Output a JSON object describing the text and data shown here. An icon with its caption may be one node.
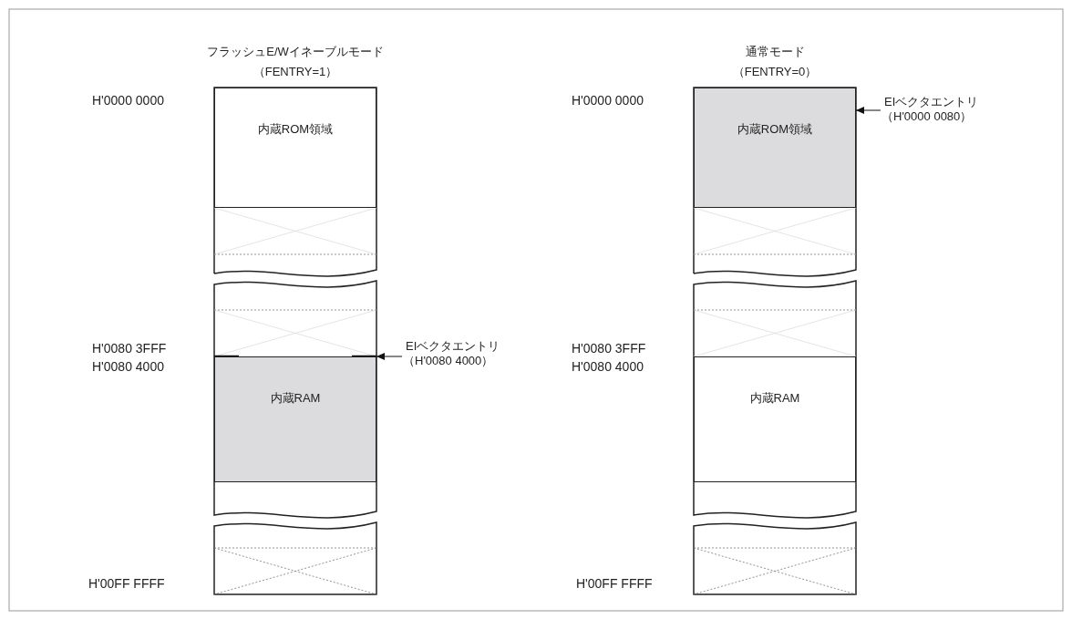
{
  "diagram": {
    "nodes": [
      {
        "text": [
          "内蔵ROM領域"
        ]
      },
      {
        "text": [
          "内蔵RAM"
        ]
      },
      {
        "text": [
          "EIベクタエントリ",
          "（H'0080 4000）"
        ]
      },
      {
        "text": [
          "内蔵ROM領域"
        ]
      },
      {
        "text": [
          "内蔵RAM"
        ]
      },
      {
        "text": [
          "EIベクタエントリ",
          "（H'0000 0080）"
        ]
      }
    ],
    "edges": [
      {
        "from": 2,
        "to": 1,
        "arrow": "to"
      },
      {
        "from": 5,
        "to": 3,
        "arrow": "to"
      }
    ],
    "labels": [
      "フラッシュE/Wイネーブルモード",
      "（FENTRY=1）",
      "通常モード",
      "（FENTRY=0）",
      "H'0000 0000",
      "H'0000 0000",
      "H'0080 3FFF",
      "H'0080 4000",
      "H'0080 3FFF",
      "H'0080 4000",
      "H'00FF FFFF",
      "H'00FF FFFF"
    ]
  }
}
